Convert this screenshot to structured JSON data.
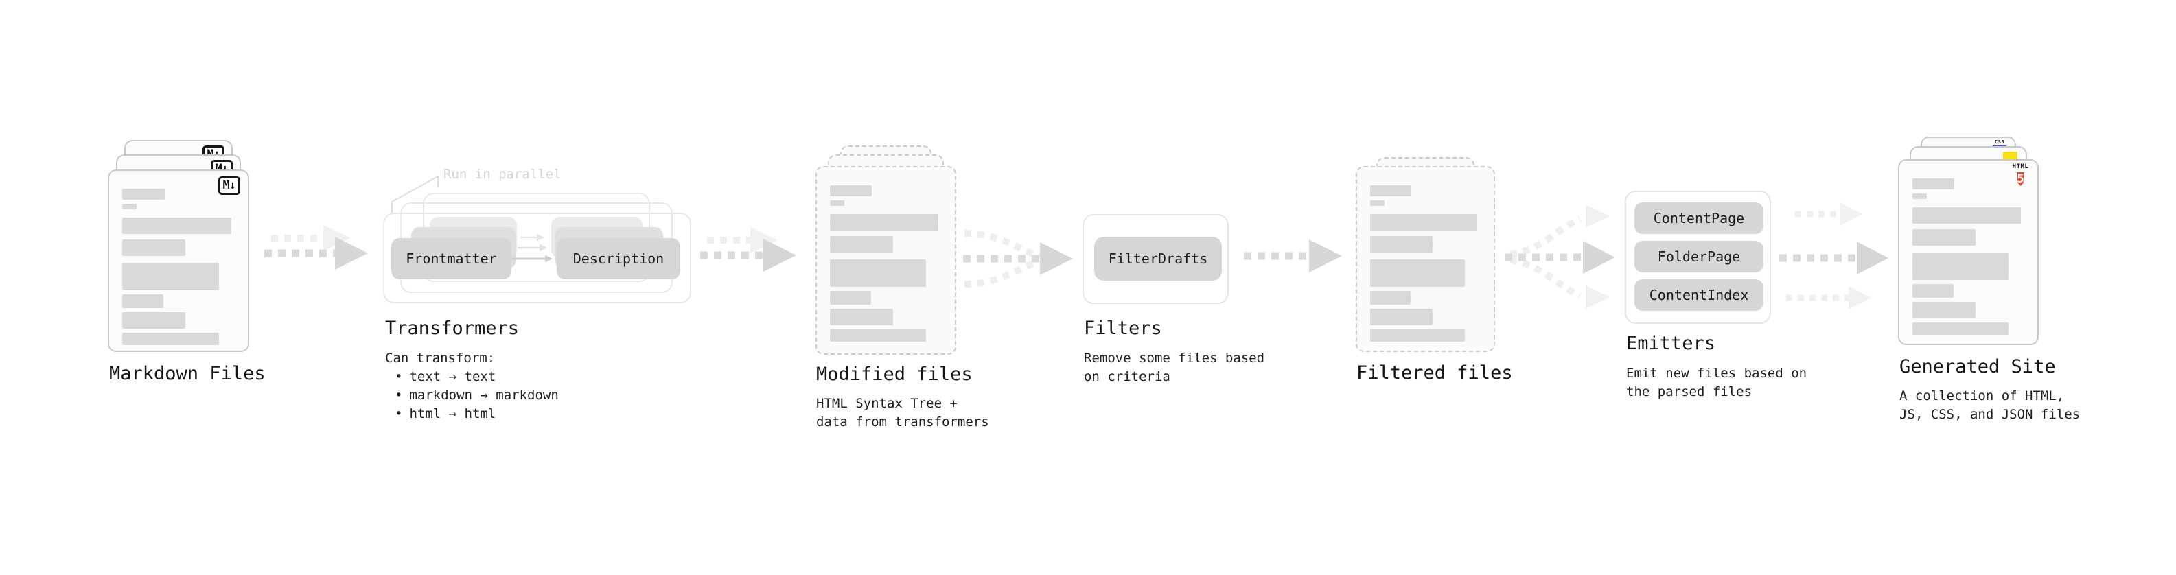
{
  "markdown": {
    "label": "Markdown Files",
    "badge": "M↓"
  },
  "transformers": {
    "heading": "Transformers",
    "annotation": "Run in parallel",
    "pill_left": "Frontmatter",
    "pill_right": "Description",
    "desc_intro": "Can transform:",
    "bullet": "•",
    "bullets": [
      "text → text",
      "markdown → markdown",
      "html → html"
    ]
  },
  "modified": {
    "label": "Modified files",
    "desc": [
      "HTML Syntax Tree +",
      "data from transformers"
    ]
  },
  "filters": {
    "heading": "Filters",
    "pill": "FilterDrafts",
    "desc": [
      "Remove some files based",
      "on criteria"
    ]
  },
  "filtered": {
    "label": "Filtered files"
  },
  "emitters": {
    "heading": "Emitters",
    "pills": [
      "ContentPage",
      "FolderPage",
      "ContentIndex"
    ],
    "desc": [
      "Emit new files based on",
      "the parsed files"
    ]
  },
  "generated": {
    "label": "Generated Site",
    "badges": {
      "css": "CSS",
      "html_top": "HTML",
      "html_num": "5"
    },
    "desc": [
      "A collection of HTML,",
      "JS, CSS, and JSON files"
    ]
  },
  "colors": {
    "bar_gray": "#d9d9d9",
    "pill_gray": "#d6d6d6",
    "html5_orange": "#e8492b",
    "js_yellow": "#f7df1e",
    "css_blue": "#2b6bee"
  }
}
